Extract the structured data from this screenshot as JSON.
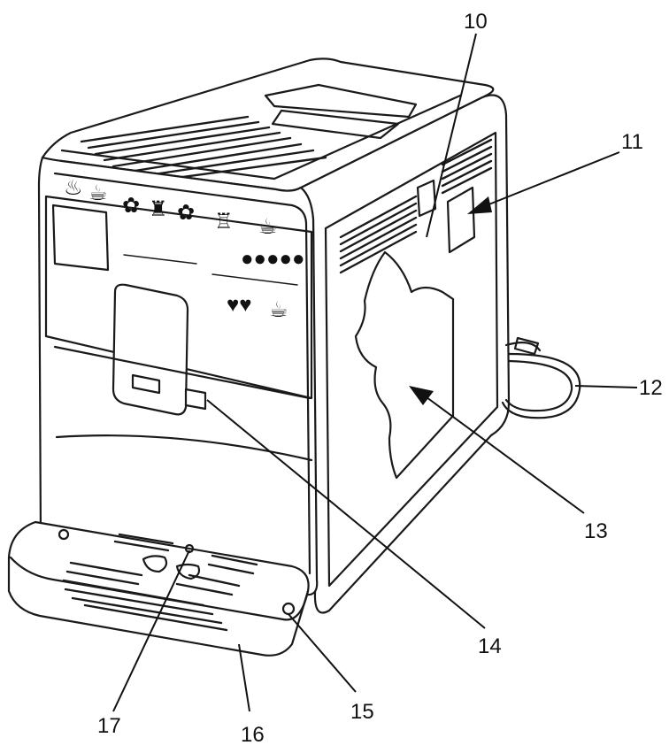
{
  "callouts": [
    {
      "id": "10",
      "label": "10"
    },
    {
      "id": "11",
      "label": "11"
    },
    {
      "id": "12",
      "label": "12"
    },
    {
      "id": "13",
      "label": "13"
    },
    {
      "id": "14",
      "label": "14"
    },
    {
      "id": "15",
      "label": "15"
    },
    {
      "id": "16",
      "label": "16"
    },
    {
      "id": "17",
      "label": "17"
    }
  ],
  "colors": {
    "line": "#1a1a1a",
    "background": "#ffffff"
  }
}
